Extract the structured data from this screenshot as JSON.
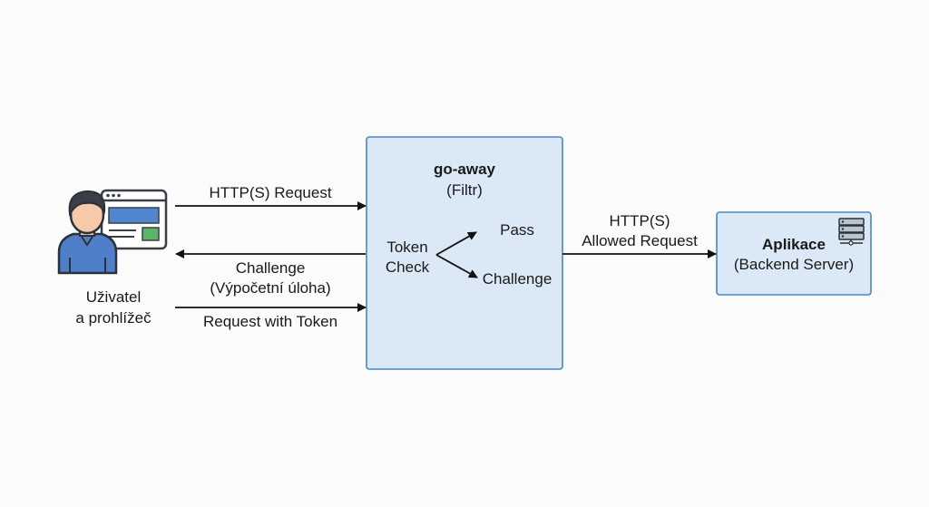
{
  "user": {
    "label_line1": "Uživatel",
    "label_line2": "a prohlížeč"
  },
  "filter": {
    "title": "go-away",
    "subtitle": "(Filtr)",
    "token_check_line1": "Token",
    "token_check_line2": "Check",
    "outcome_pass": "Pass",
    "outcome_challenge": "Challenge"
  },
  "app": {
    "title": "Aplikace",
    "subtitle": "(Backend Server)"
  },
  "flows": {
    "request": "HTTP(S) Request",
    "challenge_line1": "Challenge",
    "challenge_line2": "(Výpočetní úloha)",
    "request_with_token": "Request with Token",
    "allowed_line1": "HTTP(S)",
    "allowed_line2": "Allowed Request"
  },
  "colors": {
    "box_fill": "#dbe9f7",
    "box_stroke": "#4a86c5",
    "user_shirt": "#4f7fc8",
    "user_hair": "#3a3f47",
    "user_skin": "#f6c9a8",
    "arrow": "#111111"
  },
  "icons": {
    "user": "user-avatar-icon",
    "browser": "browser-window-icon",
    "server": "server-rack-icon"
  }
}
